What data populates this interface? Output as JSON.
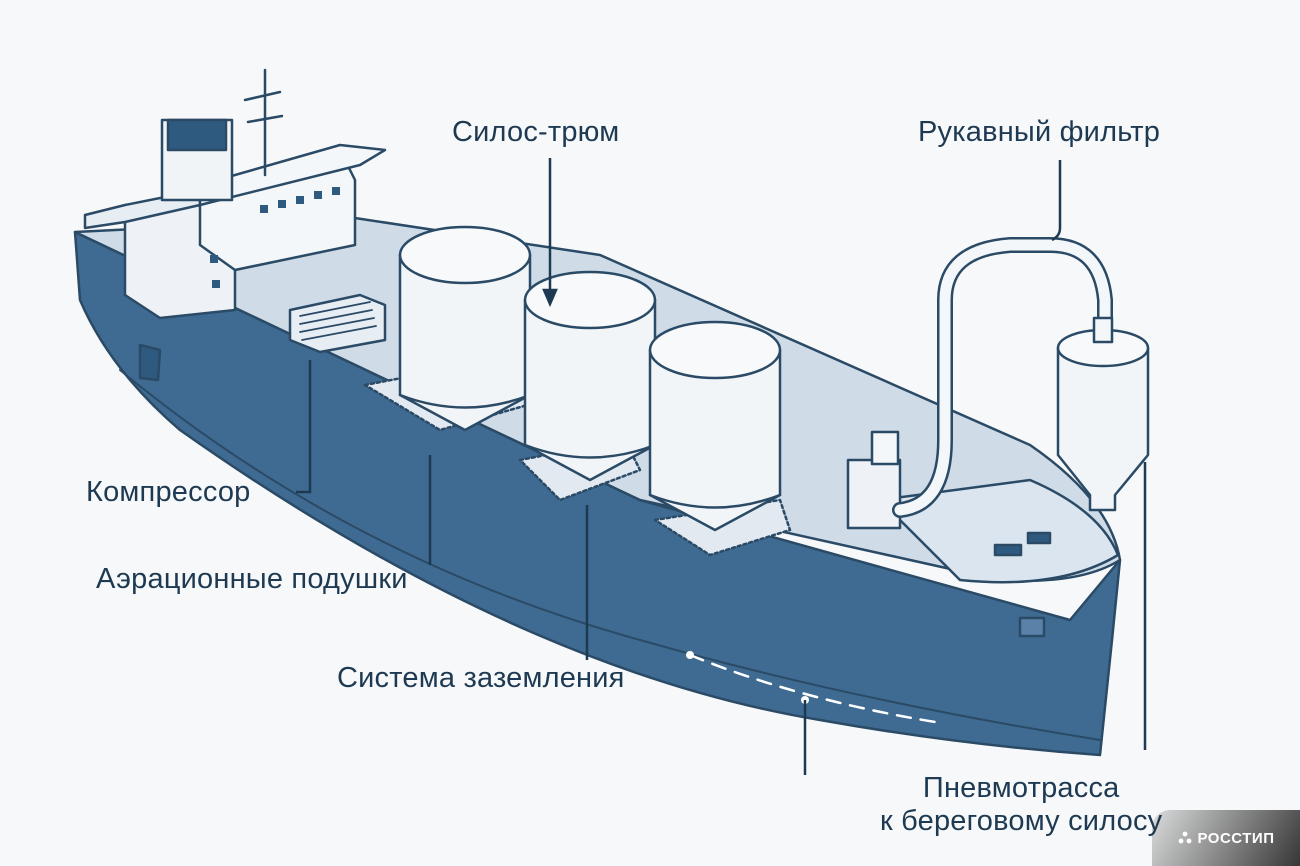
{
  "labels": {
    "silo_hold": "Силос-трюм",
    "bag_filter": "Рукавный фильтр",
    "compressor": "Компрессор",
    "aeration_pads": "Аэрационные подушки",
    "grounding_system": "Система заземления",
    "pneumo_line_1": "Пневмотрасса",
    "pneumo_line_2": "к береговому силосу"
  },
  "watermark": {
    "text": "РОССТИП"
  },
  "colors": {
    "hull": "#3f6b93",
    "hull_dark": "#2f5a80",
    "deck": "#cfdce8",
    "silo": "#f2f5f8",
    "outline": "#2a4a66",
    "text": "#1e3a52",
    "background": "#f7f8f9"
  }
}
